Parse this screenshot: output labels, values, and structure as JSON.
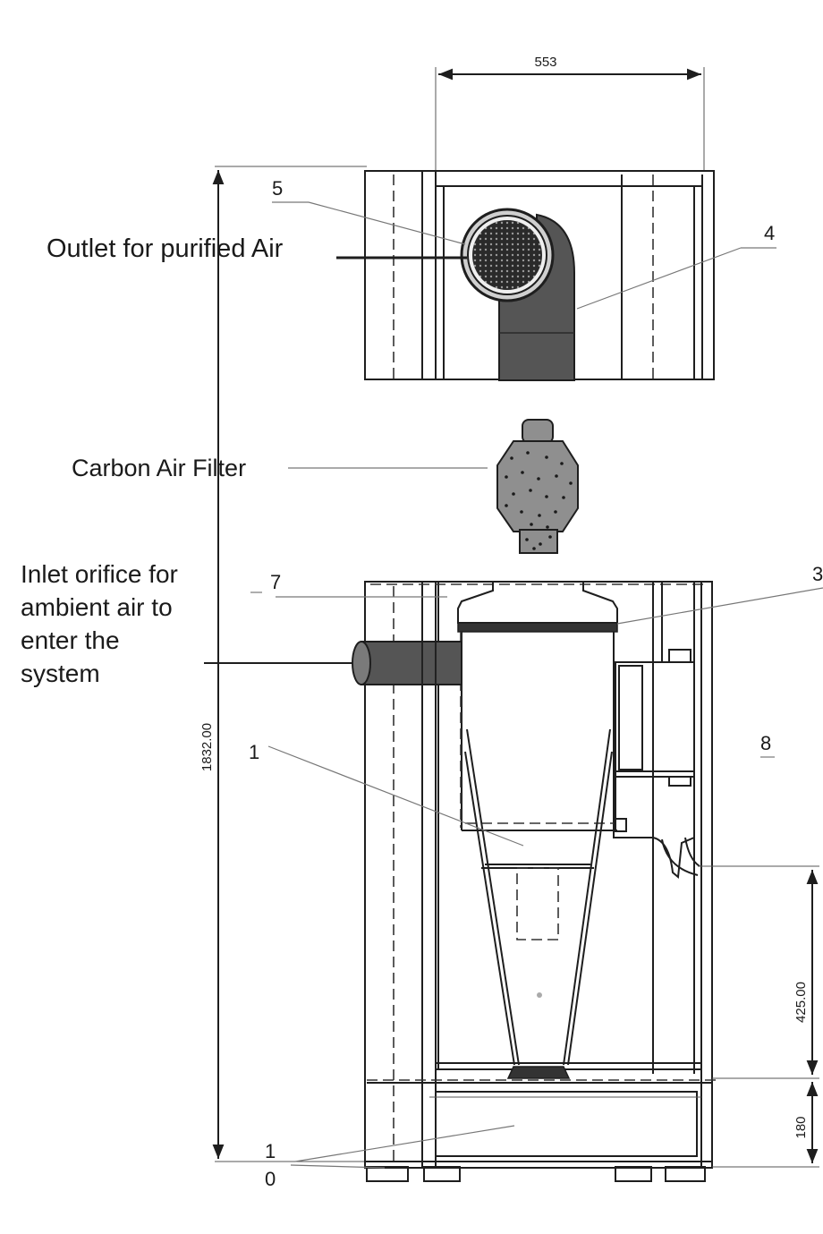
{
  "dimensions": {
    "width": "553",
    "height": "1832.00",
    "lower_section": "425.00",
    "base": "180"
  },
  "labels": {
    "outlet": "Outlet for purified Air",
    "carbon_filter": "Carbon Air Filter",
    "inlet": [
      "Inlet orifice for",
      "ambient air to",
      "enter the",
      "system"
    ]
  },
  "callouts": {
    "c5": "5",
    "c4": "4",
    "c7": "7",
    "c3": "3",
    "c1a": "1",
    "c8": "8",
    "c1b": "1",
    "c0": "0"
  },
  "colors": {
    "line": "#1e1e1e",
    "fill_dark": "#555555",
    "filter_fill": "#8f8f8f"
  }
}
